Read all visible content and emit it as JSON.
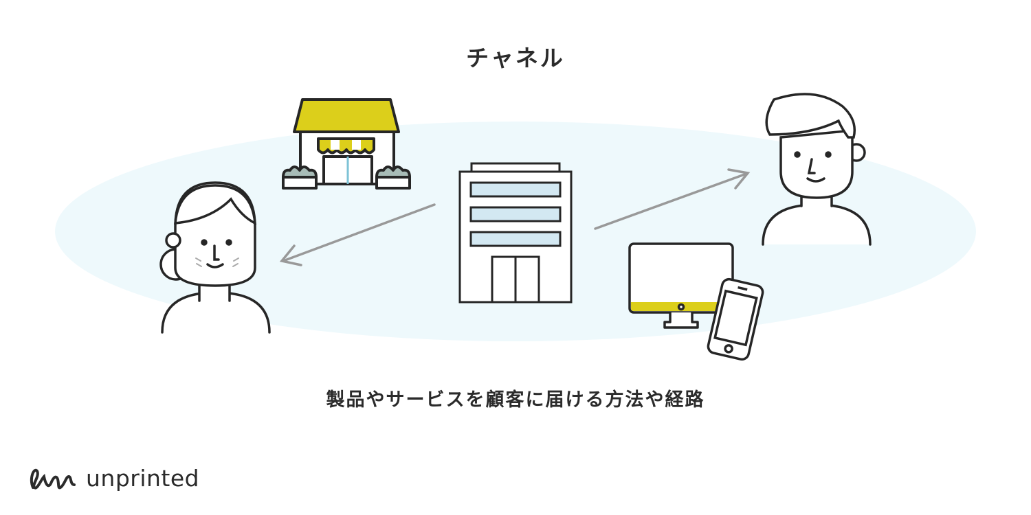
{
  "title": "チャネル",
  "caption": "製品やサービスを顧客に届ける方法や経路",
  "logo": {
    "text": "unprinted"
  },
  "colors": {
    "accent_yellow": "#dccf1b",
    "background_ellipse": "#eef9fc",
    "stroke": "#262626",
    "arrow": "#999999",
    "window": "#d3e8f2",
    "planter": "#a8bcb7"
  },
  "icons": [
    "store-icon",
    "office-building-icon",
    "elderly-woman-icon",
    "young-man-icon",
    "desktop-monitor-icon",
    "smartphone-icon",
    "arrow-left-icon",
    "arrow-right-icon"
  ]
}
